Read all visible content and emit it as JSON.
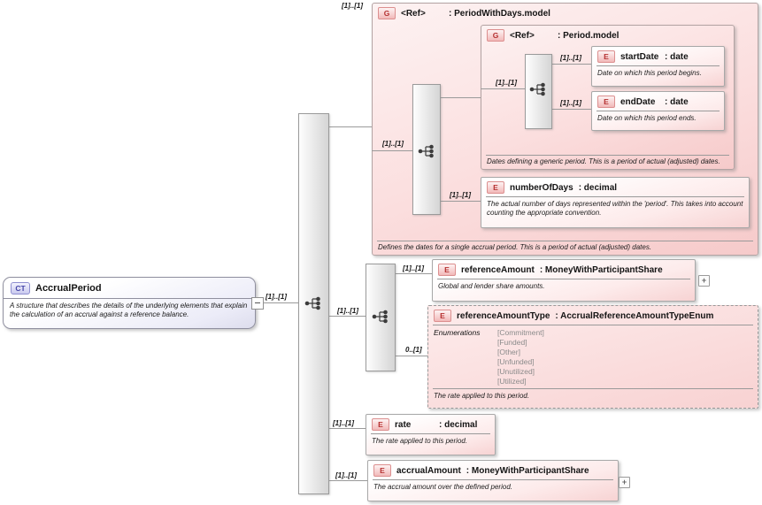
{
  "diagram": {
    "root": {
      "badge": "CT",
      "title": "AccrualPeriod",
      "description": "A structure that describes the details of the underlying elements that explain the calculation of an accrual against a reference balance."
    },
    "cardinality": {
      "required": "[1]..[1]",
      "optional": "0..[1]"
    },
    "icons": {
      "expand": "+"
    },
    "groups": {
      "periodWithDays": {
        "badge": "G",
        "name": "<Ref>",
        "type": ": PeriodWithDays.model",
        "footer": "Defines the dates for a single accrual period. This is a period of actual (adjusted) dates."
      },
      "period": {
        "badge": "G",
        "name": "<Ref>",
        "type": ": Period.model",
        "footer": "Dates defining a generic period. This is a period of actual (adjusted) dates."
      }
    },
    "elements": {
      "startDate": {
        "badge": "E",
        "name": "startDate",
        "type": ": date",
        "description": "Date on which this period begins."
      },
      "endDate": {
        "badge": "E",
        "name": "endDate",
        "type": ": date",
        "description": "Date on which this period ends."
      },
      "numberOfDays": {
        "badge": "E",
        "name": "numberOfDays",
        "type": ": decimal",
        "description": "The actual number of days represented within the 'period'. This takes into account counting the appropriate convention."
      },
      "referenceAmount": {
        "badge": "E",
        "name": "referenceAmount",
        "type": ": MoneyWithParticipantShare",
        "description": "Global and lender share amounts."
      },
      "referenceAmountType": {
        "badge": "E",
        "name": "referenceAmountType",
        "type": ": AccrualReferenceAmountTypeEnum",
        "enumerations_label": "Enumerations",
        "enumerations": [
          "[Commitment]",
          "[Funded]",
          "[Other]",
          "[Unfunded]",
          "[Unutilized]",
          "[Utilized]"
        ],
        "description": "The rate applied to this period."
      },
      "rate": {
        "badge": "E",
        "name": "rate",
        "type": ": decimal",
        "description": "The rate applied to this period."
      },
      "accrualAmount": {
        "badge": "E",
        "name": "accrualAmount",
        "type": ": MoneyWithParticipantShare",
        "description": "The accrual amount over the defined period."
      }
    }
  }
}
